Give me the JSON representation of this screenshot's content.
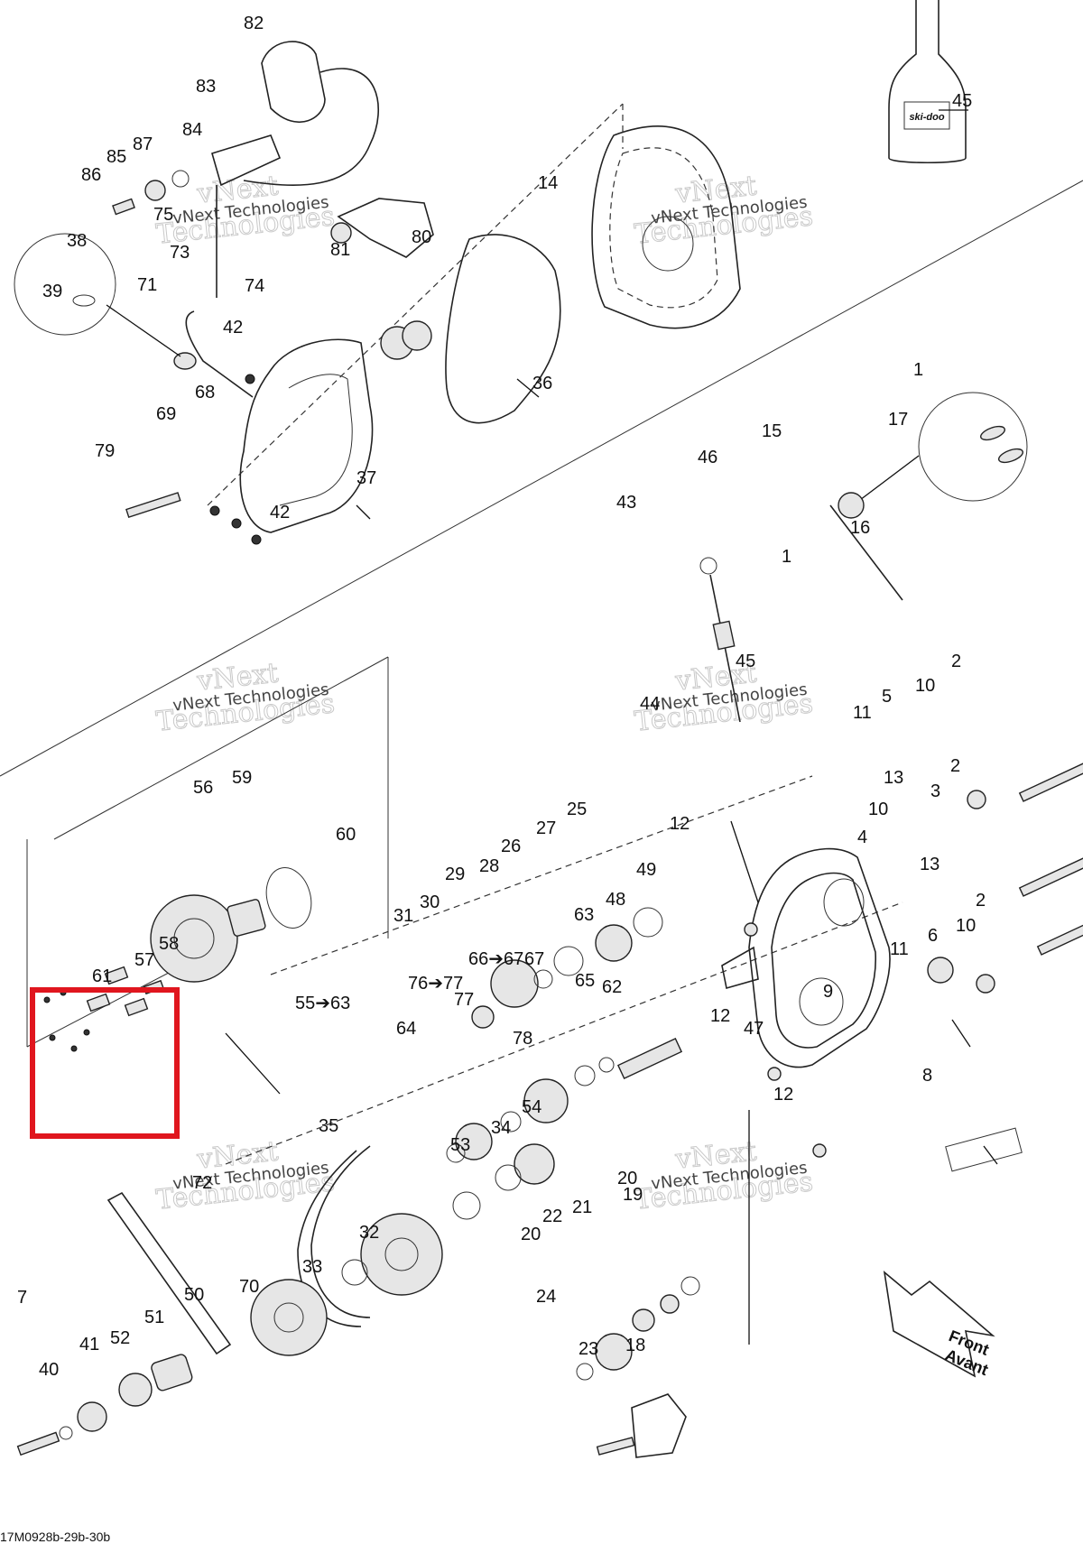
{
  "footer_code": "17M0928b-29b-30b",
  "watermark": {
    "line1": "vNext",
    "line2": "Technologies",
    "small": "vNext Technologies"
  },
  "bottle_label": "ski-doo",
  "front_label": {
    "line1": "Front",
    "line2": "Avant"
  },
  "highlight_color": "#e0161e",
  "oil_drop_icon": "oil-drop-icon",
  "callouts": [
    "82",
    "83",
    "84",
    "85",
    "87",
    "86",
    "75",
    "73",
    "74",
    "71",
    "81",
    "80",
    "14",
    "45",
    "38",
    "39",
    "42",
    "68",
    "69",
    "79",
    "36",
    "37",
    "42",
    "1",
    "17",
    "15",
    "46",
    "43",
    "16",
    "1",
    "45",
    "44",
    "2",
    "5",
    "10",
    "11",
    "13",
    "3",
    "10",
    "2",
    "4",
    "13",
    "2",
    "10",
    "6",
    "11",
    "9",
    "12",
    "47",
    "12",
    "8",
    "56",
    "59",
    "60",
    "25",
    "27",
    "26",
    "12",
    "49",
    "48",
    "29",
    "28",
    "30",
    "31",
    "63",
    "62",
    "66➔67",
    "67",
    "65",
    "76➔77",
    "77",
    "78",
    "64",
    "54",
    "34",
    "53",
    "35",
    "32",
    "33",
    "72",
    "70",
    "50",
    "51",
    "52",
    "41",
    "40",
    "7",
    "61",
    "57",
    "58",
    "55➔63",
    "20",
    "19",
    "21",
    "22",
    "20",
    "24",
    "23",
    "18"
  ]
}
